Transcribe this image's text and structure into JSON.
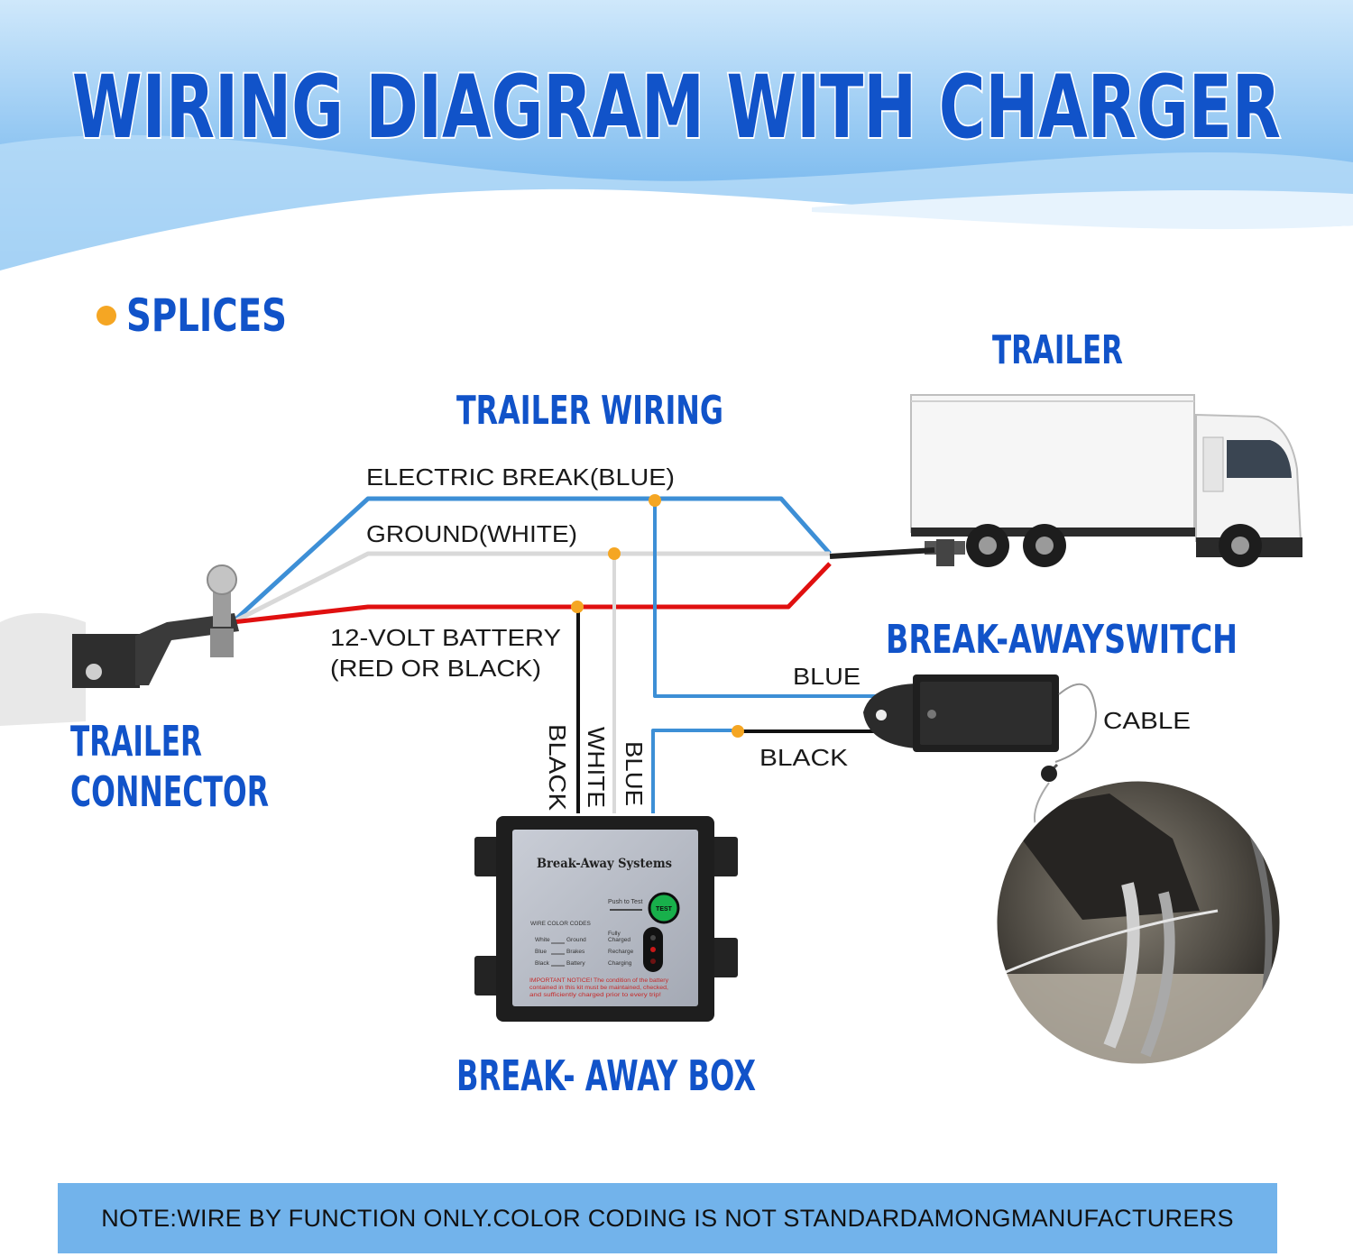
{
  "title": "WIRING DIAGRAM WITH CHARGER",
  "legend": {
    "splices_label": "SPLICES"
  },
  "labels": {
    "trailer": "TRAILER",
    "trailer_wiring": "TRAILER WIRING",
    "electric_brake": "ELECTRIC BREAK(BLUE)",
    "ground": "GROUND(WHITE)",
    "battery_line1": "12-VOLT BATTERY",
    "battery_line2": "(RED OR BLACK)",
    "trailer_connector_line1": "TRAILER",
    "trailer_connector_line2": "CONNECTOR",
    "breakaway_switch": "BREAK-AWAYSWITCH",
    "blue": "BLUE",
    "black": "BLACK",
    "cable": "CABLE",
    "wire_black": "BLACK",
    "wire_white": "WHITE",
    "wire_blue": "BLUE",
    "breakaway_box": "BREAK- AWAY BOX"
  },
  "box_panel": {
    "brand": "Break-Away Systems",
    "push_to_test": "Push to Test",
    "test": "TEST",
    "wire_codes_title": "WIRE COLOR CODES",
    "codes": [
      {
        "color": "White",
        "function": "Ground"
      },
      {
        "color": "Blue",
        "function": "Brakes"
      },
      {
        "color": "Black",
        "function": "Battery"
      }
    ],
    "status_fully": "Fully",
    "status_charged": "Charged",
    "status_recharge": "Recharge",
    "status_charging": "Charging",
    "notice_1": "IMPORTANT NOTICE! The condition of the battery",
    "notice_2": "contained in this kit must be maintained, checked,",
    "notice_3": "and sufficiently charged prior to every trip!"
  },
  "note": "NOTE:WIRE BY FUNCTION ONLY.COLOR CODING IS NOT STANDARDAMONGMANUFACTURERS",
  "colors": {
    "title_blue": "#1153c9",
    "wire_blue": "#3d8fd6",
    "wire_white": "#d9d9d9",
    "wire_red": "#e01010",
    "wire_black": "#111111",
    "splice": "#f5a623",
    "note_bg": "#72b3eb"
  }
}
